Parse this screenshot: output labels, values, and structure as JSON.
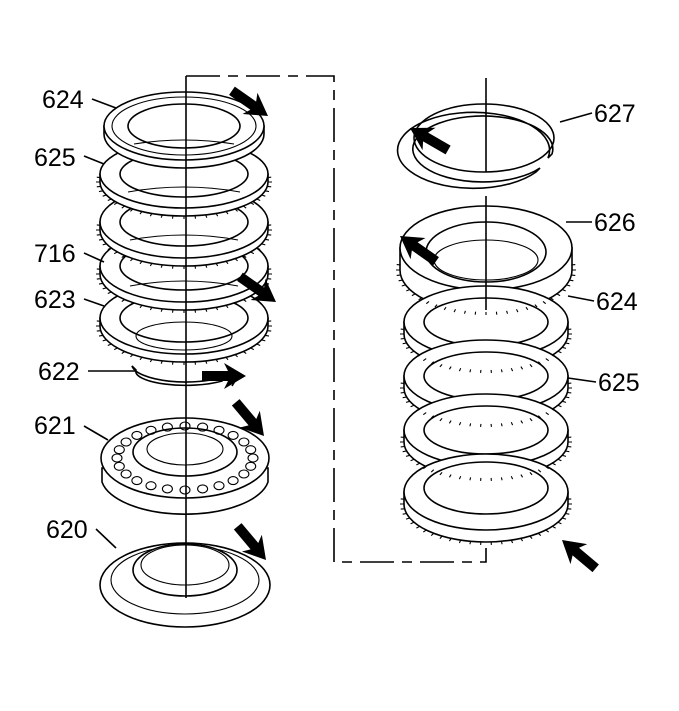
{
  "callouts": {
    "c624_left": "624",
    "c625_left": "625",
    "c716": "716",
    "c623": "623",
    "c622": "622",
    "c621": "621",
    "c620": "620",
    "c627": "627",
    "c626": "626",
    "c624_right": "624",
    "c625_right": "625"
  }
}
